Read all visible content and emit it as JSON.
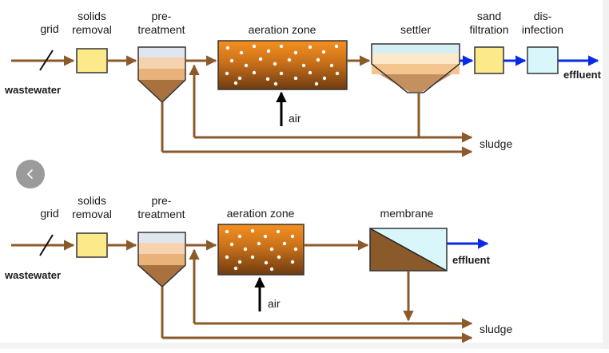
{
  "top": {
    "grid": "grid",
    "solids_1": "solids",
    "solids_2": "removal",
    "pre_1": "pre-",
    "pre_2": "treatment",
    "aeration": "aeration zone",
    "settler": "settler",
    "sand_1": "sand",
    "sand_2": "filtration",
    "dis_1": "dis-",
    "dis_2": "infection",
    "wastewater": "wastewater",
    "effluent": "effluent",
    "air": "air",
    "sludge": "sludge"
  },
  "bottom": {
    "grid": "grid",
    "solids_1": "solids",
    "solids_2": "removal",
    "pre_1": "pre-",
    "pre_2": "treatment",
    "aeration": "aeration zone",
    "membrane": "membrane",
    "wastewater": "wastewater",
    "effluent": "effluent",
    "air": "air",
    "sludge": "sludge"
  },
  "nav": {
    "prev_icon": "chevron-left-icon"
  },
  "colors": {
    "pipe": "#8b5a2b",
    "effluent_flow": "#0a2be6",
    "box_yellow": "#fbe98a",
    "box_cyan": "#d9f7fb",
    "aeration_dark": "#7a4312",
    "aeration_light": "#f08a1c",
    "sludge_brown": "#8b5a2b"
  }
}
